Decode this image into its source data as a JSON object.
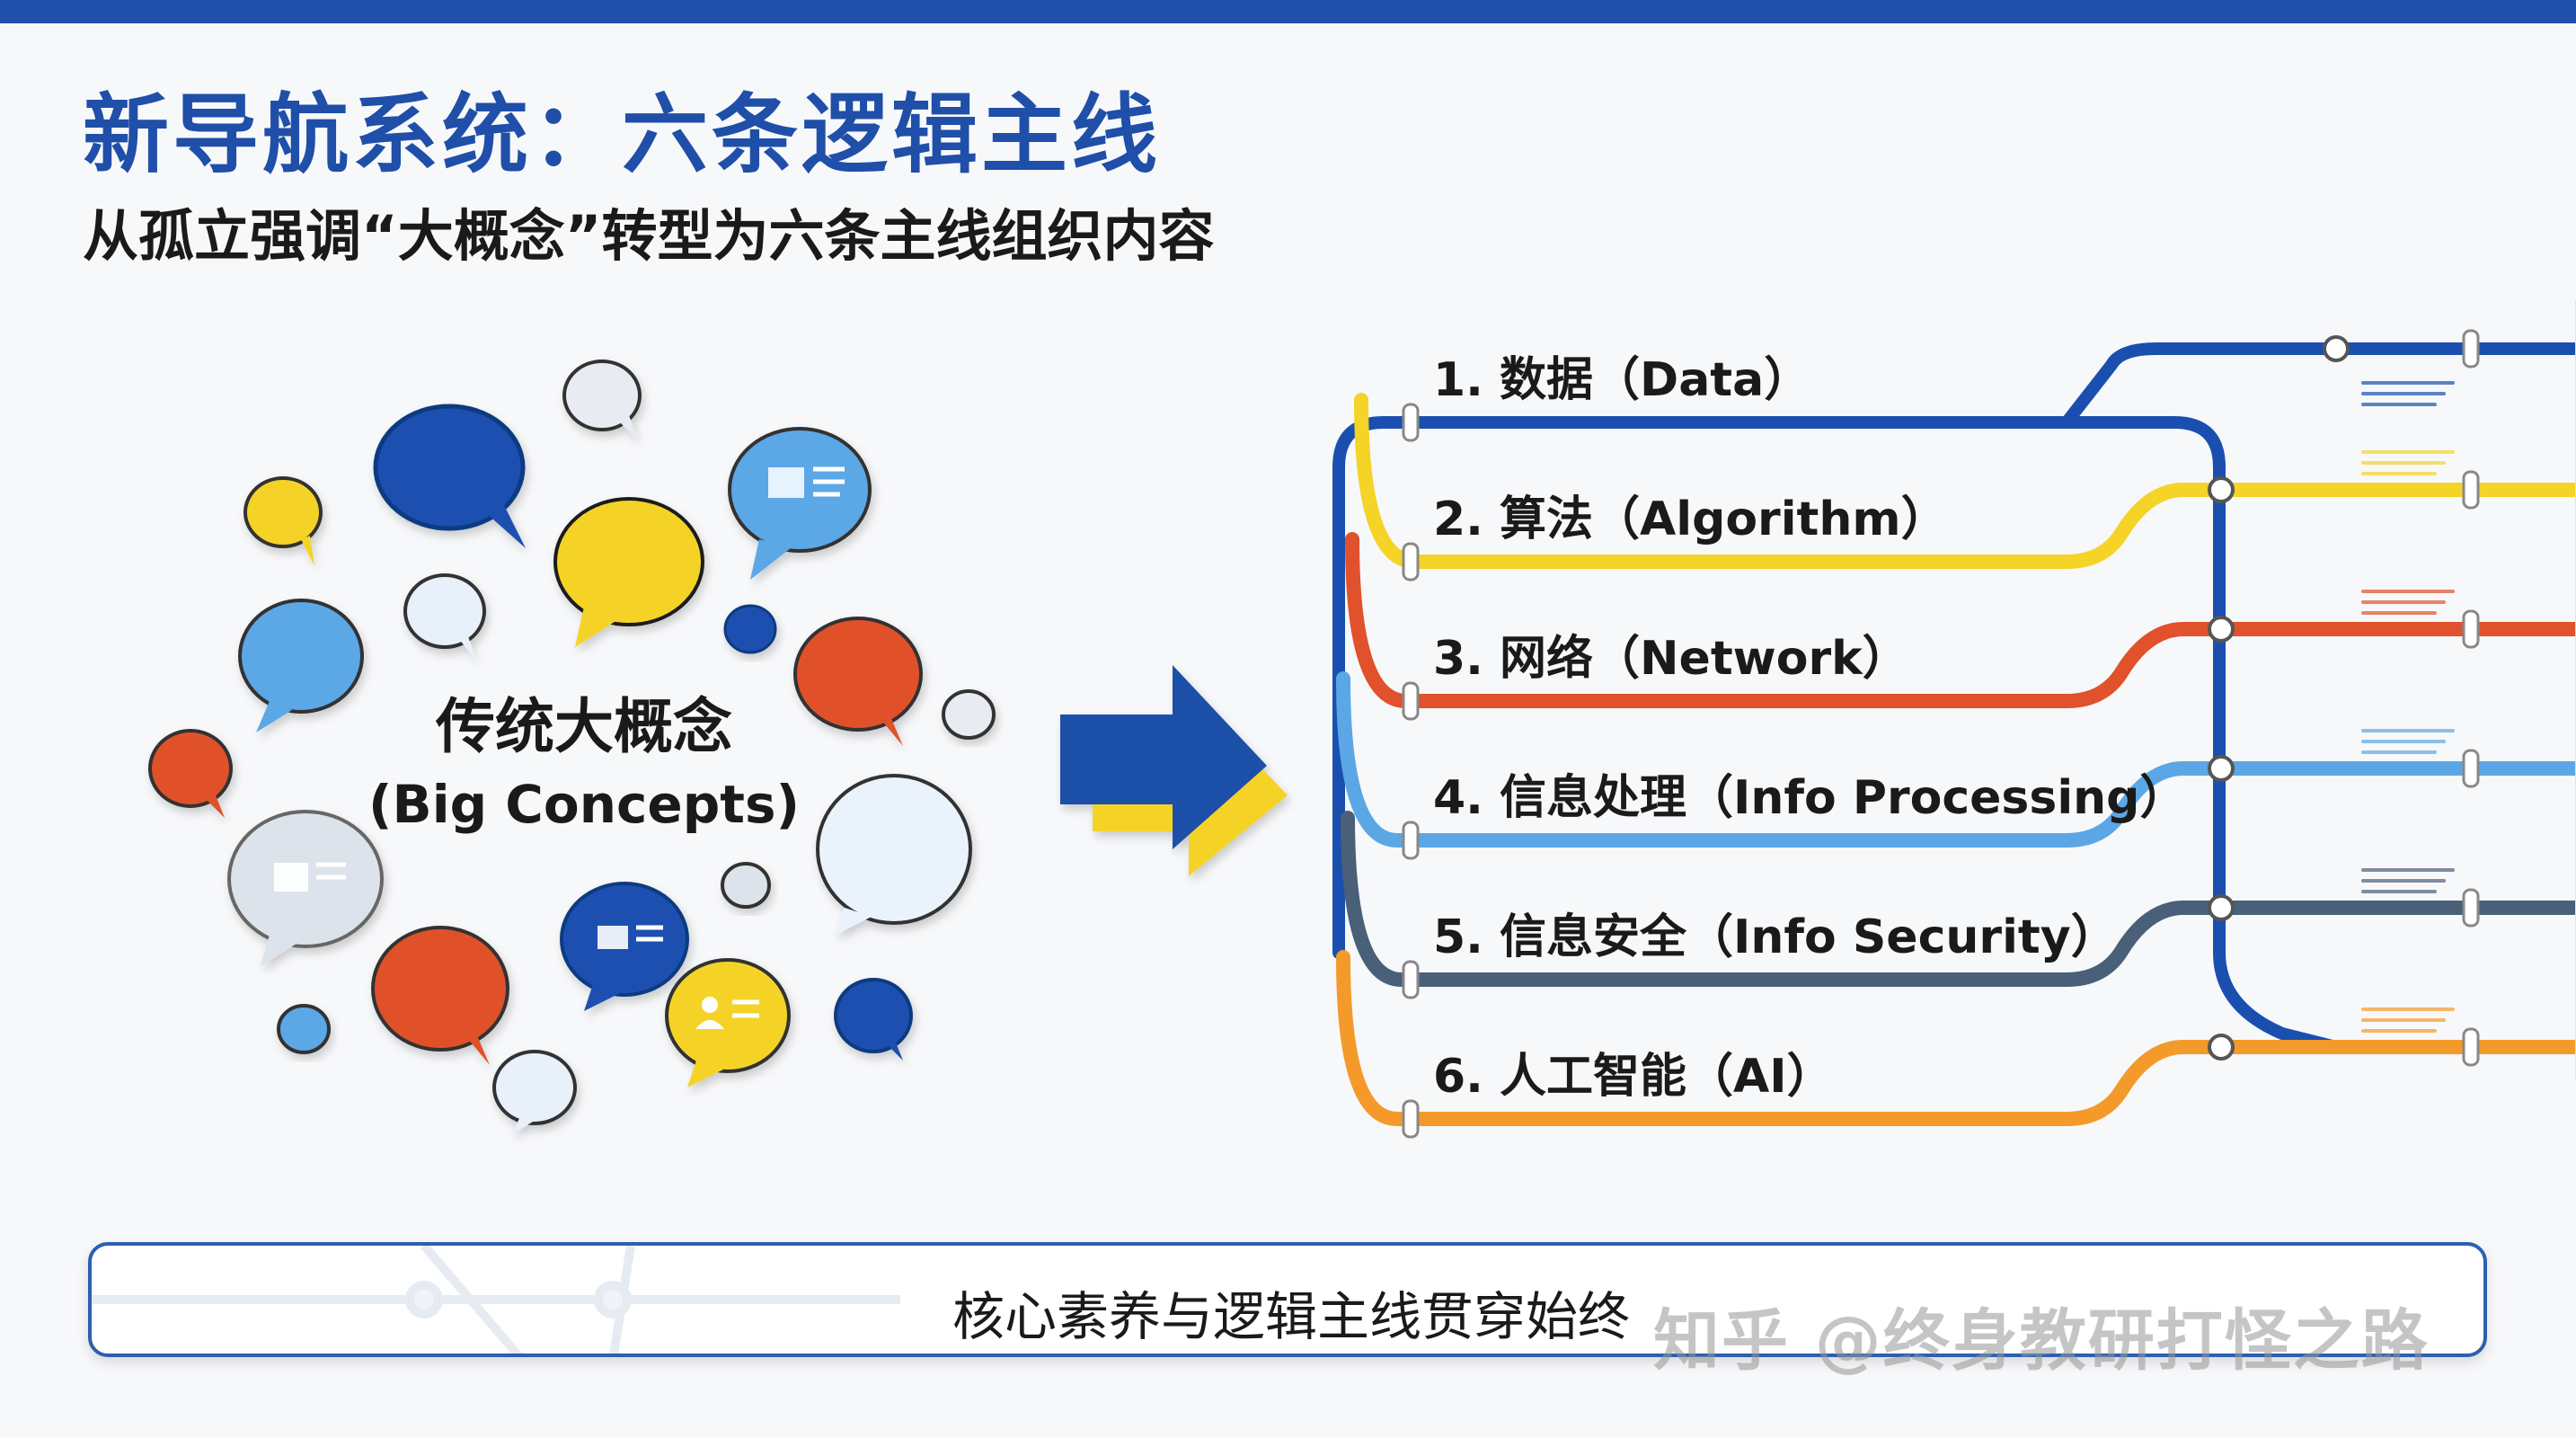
{
  "title": "新导航系统：六条逻辑主线",
  "subtitle": "从孤立强调“大概念”转型为六条主线组织内容",
  "left": {
    "label_zh": "传统大概念",
    "label_en": "(Big Concepts)"
  },
  "lines": [
    {
      "label": "1. 数据（Data）",
      "color": "#1a4fb0"
    },
    {
      "label": "2. 算法（Algorithm）",
      "color": "#f5d327"
    },
    {
      "label": "3. 网络（Network）",
      "color": "#e0512c"
    },
    {
      "label": "4. 信息处理（Info Processing）",
      "color": "#5ba7e6"
    },
    {
      "label": "5. 信息安全（Info Security）",
      "color": "#4a5f78"
    },
    {
      "label": "6. 人工智能（AI）",
      "color": "#f39a2b"
    }
  ],
  "bottom_text": "核心素养与逻辑主线贯穿始终",
  "watermark": "知乎 @终身教研打怪之路",
  "colors": {
    "brand_blue": "#1f4fa8",
    "arrow_blue": "#1f4fa8",
    "arrow_yellow": "#f5d327"
  },
  "icons": [
    "chat-bubble-icon",
    "document-icon",
    "user-icon",
    "arrow-right-icon"
  ]
}
